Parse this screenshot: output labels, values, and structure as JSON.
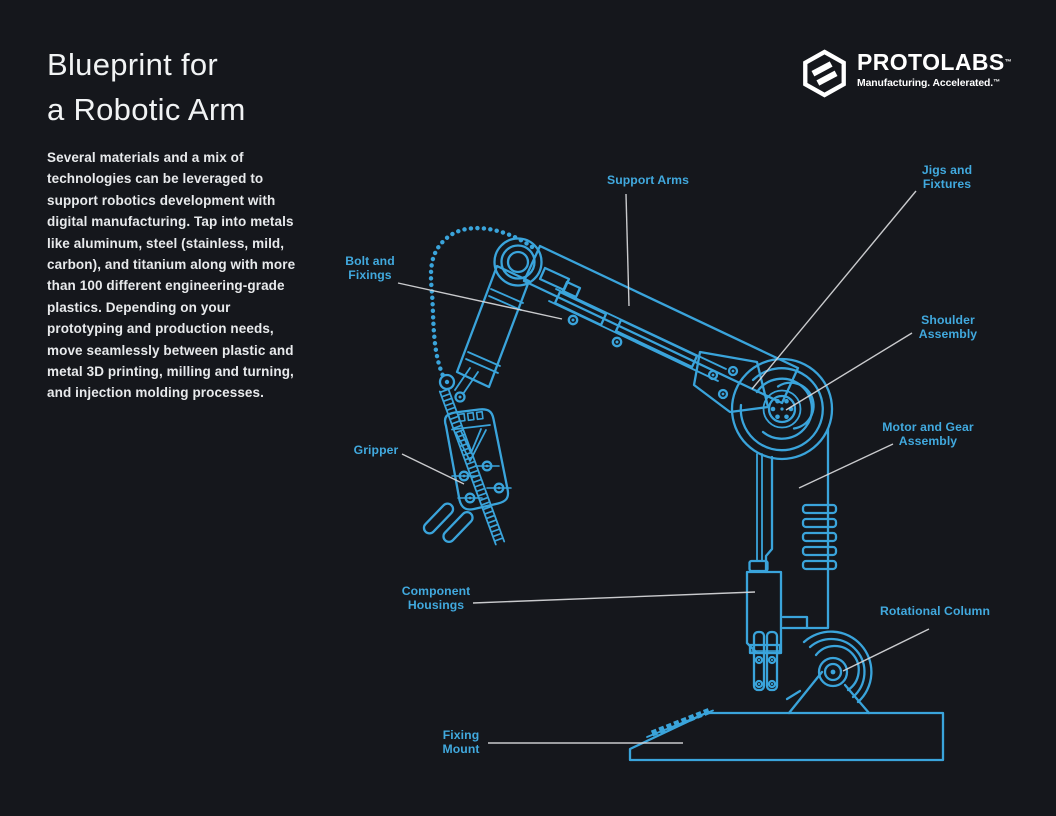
{
  "colors": {
    "background": "#15171c",
    "line_blue": "#3aa4db",
    "label_blue": "#41a9de",
    "leader_gray": "#d9dadc",
    "text_white": "#f1f3f4"
  },
  "header": {
    "title_lines": [
      "Blueprint for",
      "a Robotic Arm"
    ],
    "intro": "Several materials and a mix of technologies can be leveraged to support robotics development with digital manufacturing. Tap into metals like aluminum, steel (stainless, mild, carbon), and titanium along with more than 100 different engineering-grade plastics. Depending on your prototyping and production needs, move seamlessly between plastic and metal 3D printing, milling and turning, and injection molding processes."
  },
  "logo": {
    "wordmark": "PROTOLABS",
    "wordmark_tm": "™",
    "tagline": "Manufacturing. Accelerated.",
    "tagline_tm": "™"
  },
  "callouts": {
    "support_arms": {
      "lines": [
        "Support Arms"
      ]
    },
    "jigs_and_fixtures": {
      "lines": [
        "Jigs and",
        "Fixtures"
      ]
    },
    "bolt_and_fixings": {
      "lines": [
        "Bolt and",
        "Fixings"
      ]
    },
    "shoulder_assembly": {
      "lines": [
        "Shoulder",
        "Assembly"
      ]
    },
    "gripper": {
      "lines": [
        "Gripper"
      ]
    },
    "motor_and_gear_assembly": {
      "lines": [
        "Motor and Gear",
        "Assembly"
      ]
    },
    "component_housings": {
      "lines": [
        "Component",
        "Housings"
      ]
    },
    "rotational_column": {
      "lines": [
        "Rotational Column"
      ]
    },
    "fixing_mount": {
      "lines": [
        "Fixing",
        "Mount"
      ]
    }
  }
}
